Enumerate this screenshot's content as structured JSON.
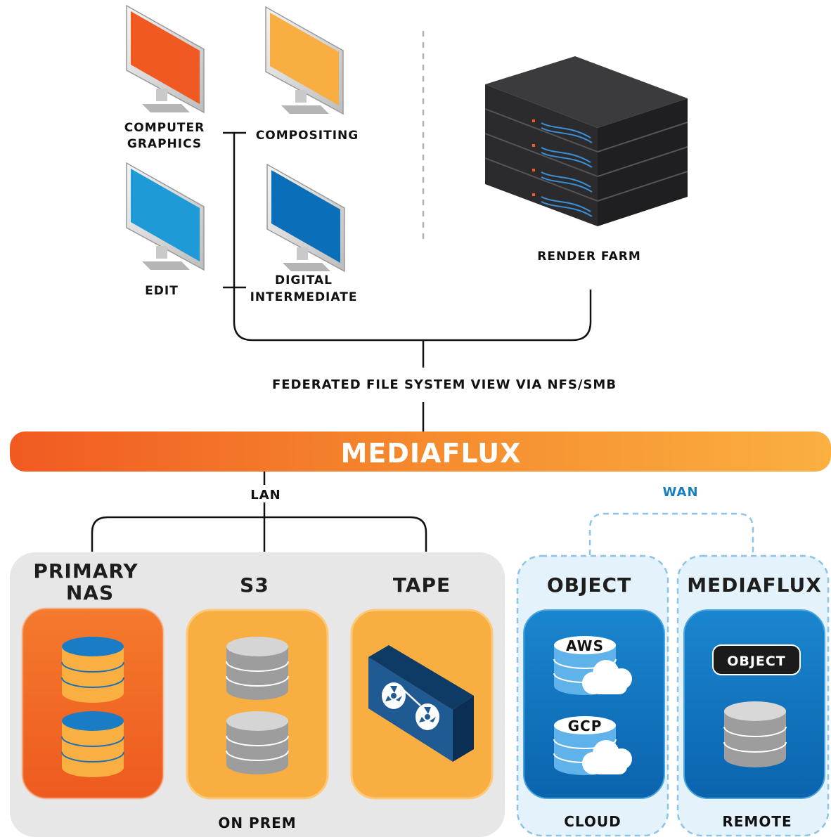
{
  "workstations": {
    "computer_graphics_line1": "COMPUTER",
    "computer_graphics_line2": "GRAPHICS",
    "compositing": "COMPOSITING",
    "edit": "EDIT",
    "digital_intermediate_line1": "DIGITAL",
    "digital_intermediate_line2": "INTERMEDIATE"
  },
  "render_farm": "RENDER FARM",
  "federated_view": "FEDERATED FILE SYSTEM VIEW VIA NFS/SMB",
  "mediaflux_bar": "MEDIAFLUX",
  "lan": "LAN",
  "wan": "WAN",
  "on_prem": {
    "primary_nas_line1": "PRIMARY",
    "primary_nas_line2": "NAS",
    "s3": "S3",
    "tape": "TAPE",
    "footer": "ON PREM"
  },
  "cloud": {
    "title": "OBJECT",
    "aws": "AWS",
    "gcp": "GCP",
    "footer": "CLOUD"
  },
  "remote": {
    "title": "MEDIAFLUX",
    "object_badge": "OBJECT",
    "footer": "REMOTE"
  },
  "colors": {
    "orange": "#f26522",
    "amber": "#f9ae41",
    "light_blue": "#1e9ad6",
    "dark_blue": "#0a6fb8",
    "panel_grey": "#e7e7e8",
    "cloud_bg": "#e4f2fb",
    "wan_blue": "#1a7dc2"
  }
}
